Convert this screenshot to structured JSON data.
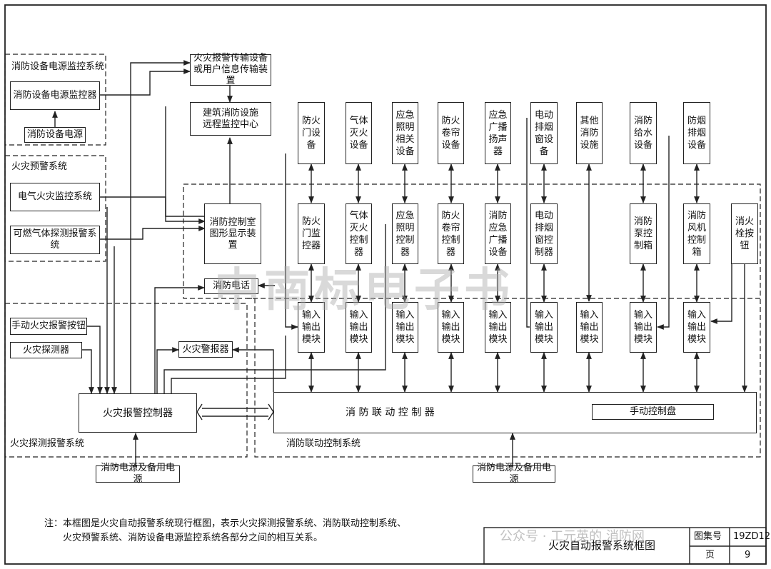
{
  "diagram": {
    "groups": {
      "power_monitor": "消防设备电源监控系统",
      "warning": "火灾预警系统",
      "detection": "火灾探测报警系统",
      "linkage": "消防联动控制系统"
    },
    "boxes": {
      "power_monitor_device": "消防设备电源监控器",
      "power_supply": "消防设备电源",
      "electric_monitor": "电气火灾监控系统",
      "gas_detector": "可燃气体探测报警系统",
      "transmission": "火灾报警传输设备或用户信息传输装置",
      "remote_center": "建筑消防设施远程监控中心",
      "control_room": "消防控制室图形显示装置",
      "fire_phone": "消防电话",
      "manual_button": "手动火灾报警按钮",
      "detector": "火灾探测器",
      "alarm_sounder": "火灾警报器",
      "fire_alarm_controller": "火灾报警控制器",
      "linkage_controller": "消 防 联 动 控 制 器",
      "manual_panel": "手动控制盘",
      "power_backup_left": "消防电源及备用电源",
      "power_backup_right": "消防电源及备用电源"
    },
    "top_devices": [
      "防火门设备",
      "气体灭火设备",
      "应急照明相关设备",
      "防火卷帘设备",
      "应急广播扬声器",
      "电动排烟窗设备",
      "其他消防设施",
      "消防给水设备",
      "防烟排烟设备"
    ],
    "mid_controllers": [
      "防火门监控器",
      "气体灭火控制器",
      "应急照明控制器",
      "防火卷帘控制器",
      "消防应急广播设备",
      "电动排烟窗控制器",
      "消防泵控制箱",
      "消防风机控制箱",
      "消火栓按钮"
    ],
    "io_module": "输入输出模块",
    "note_line1": "注：本框图是火灾自动报警系统现行框图，表示火灾探测报警系统、消防联动控制系统、",
    "note_line2": "火灾预警系统、消防设备电源监控系统各部分之间的相互关系。",
    "watermark": "中南标电子书",
    "wechat": "公众号 · 工元英的 消防网"
  },
  "title_block": {
    "title": "火灾自动报警系统框图",
    "atlas_label": "图集号",
    "atlas_no": "19ZD12",
    "page_label": "页",
    "page_no": "9"
  }
}
